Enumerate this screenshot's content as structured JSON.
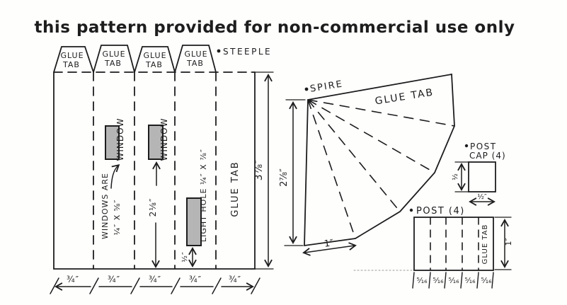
{
  "title": "this pattern provided for non-commercial use only",
  "colors": {
    "ink": "#1d1d1d",
    "paper": "#fefefd",
    "window_fill": "#b5b5b5",
    "faint": "#9a9a93"
  },
  "tower": {
    "glue_tab": {
      "line1": "GLUE",
      "line2": "TAB"
    },
    "steeple_label": "STEEPLE",
    "side_glue_tab": "GLUE TAB",
    "window_label": "WINDOW",
    "windows_note_line1": "WINDOWS ARE",
    "windows_note_line2": "¼″ X ⅝″",
    "light_hole_note": "LIGHT HOLE ¼″ X ⅞″",
    "dim_window_height": "2⅛″",
    "dim_light_hole_bottom": "½″",
    "dim_total_height": "3⅞″",
    "dim_panel_width": "¾″"
  },
  "spire": {
    "label": "SPIRE",
    "glue_tab": "GLUE TAB",
    "dim_height": "2⅞″",
    "dim_base": "1″"
  },
  "post_cap": {
    "label_line1": "POST",
    "label_line2": "CAP (4)",
    "dim_side": "½",
    "dim_bottom": "½″"
  },
  "post": {
    "label": "POST (4)",
    "glue_tab": "GLUE TAB",
    "dim_strip": "⁵⁄₁₆",
    "dim_height": "1″"
  }
}
